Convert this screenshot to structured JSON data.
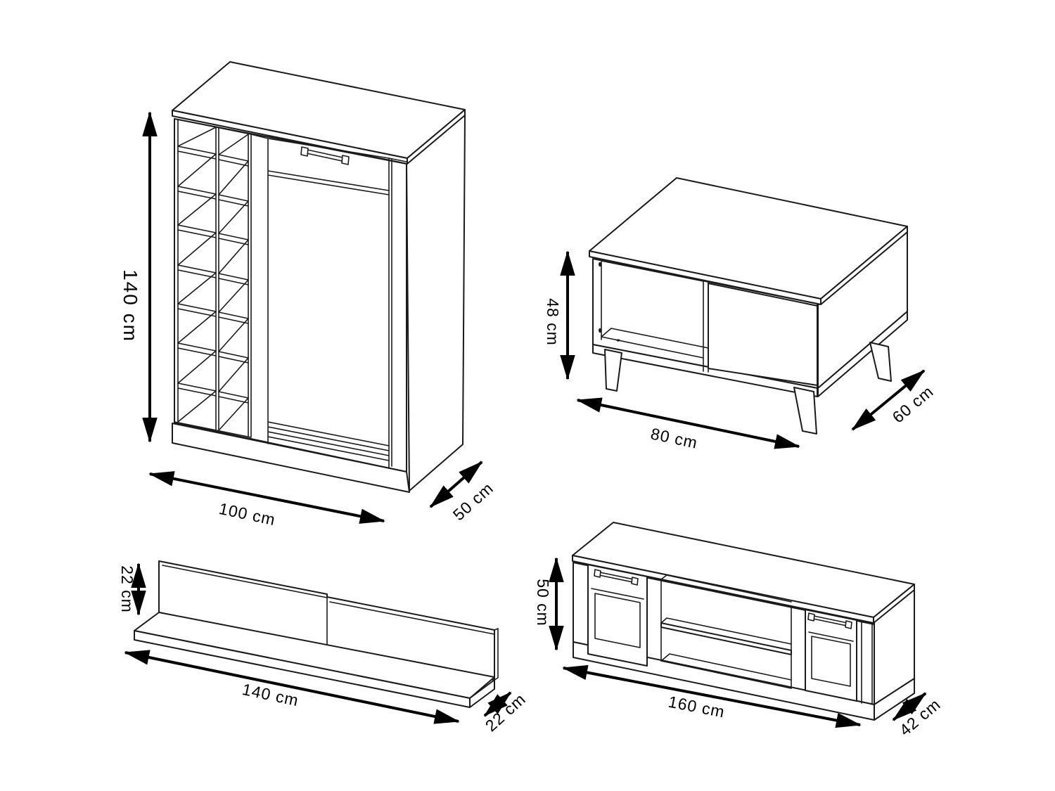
{
  "page": {
    "background_color": "#ffffff",
    "line_color": "#1a1a1a",
    "arrow_color": "#000000",
    "unit": "cm"
  },
  "furniture": [
    {
      "id": "wine-rack-cabinet",
      "description": "tall cabinet with 2x8 wine rack compartments and one door",
      "dimensions": {
        "height": "140 cm",
        "width": "100 cm",
        "depth": "50 cm"
      }
    },
    {
      "id": "coffee-table",
      "description": "coffee table with open shelf compartment and splayed legs",
      "dimensions": {
        "height": "48 cm",
        "width": "80 cm",
        "depth": "60 cm"
      }
    },
    {
      "id": "wall-shelf",
      "description": "wall shelf with two-part back panel",
      "dimensions": {
        "height": "22 cm",
        "width": "140 cm",
        "depth": "22 cm"
      }
    },
    {
      "id": "tv-stand",
      "description": "TV stand with two doors and open middle shelf",
      "dimensions": {
        "height": "50 cm",
        "width": "160 cm",
        "depth": "42 cm"
      }
    }
  ]
}
